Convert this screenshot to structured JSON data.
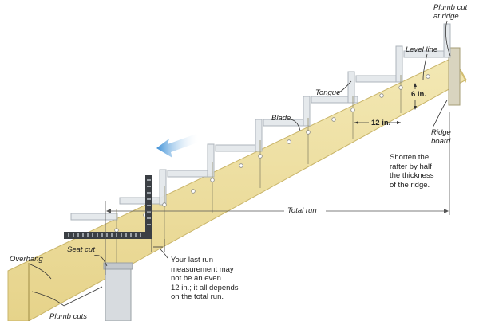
{
  "labels": {
    "plumb_cut_ridge": [
      "Plumb cut",
      "at ridge"
    ],
    "level_line": "Level line",
    "tongue": "Tongue",
    "blade": "Blade",
    "twelve_in": "12 in.",
    "six_in": "6 in.",
    "ridge_board": [
      "Ridge",
      "board"
    ],
    "total_run": "Total run",
    "seat_cut": "Seat cut",
    "overhang": "Overhang",
    "plumb_cuts": "Plumb cuts"
  },
  "notes": {
    "shorten": [
      "Shorten the",
      "rafter by half",
      "the thickness",
      "of the ridge."
    ],
    "last_run": [
      "Your last run",
      "measurement may",
      "not be an even",
      "12 in.; it all depends",
      "on the total run."
    ]
  },
  "colors": {
    "rafter_wood": "#f0e3a6",
    "rafter_edge": "#c9b56a",
    "square_ghost": "#dfe4e8",
    "square_dark": "#3b3f44",
    "motion_arrow": "#4a9ad8",
    "dimension_line": "#555555"
  },
  "icons": {
    "motion": "arrow-left-icon",
    "framing_square": "framing-square-icon"
  }
}
